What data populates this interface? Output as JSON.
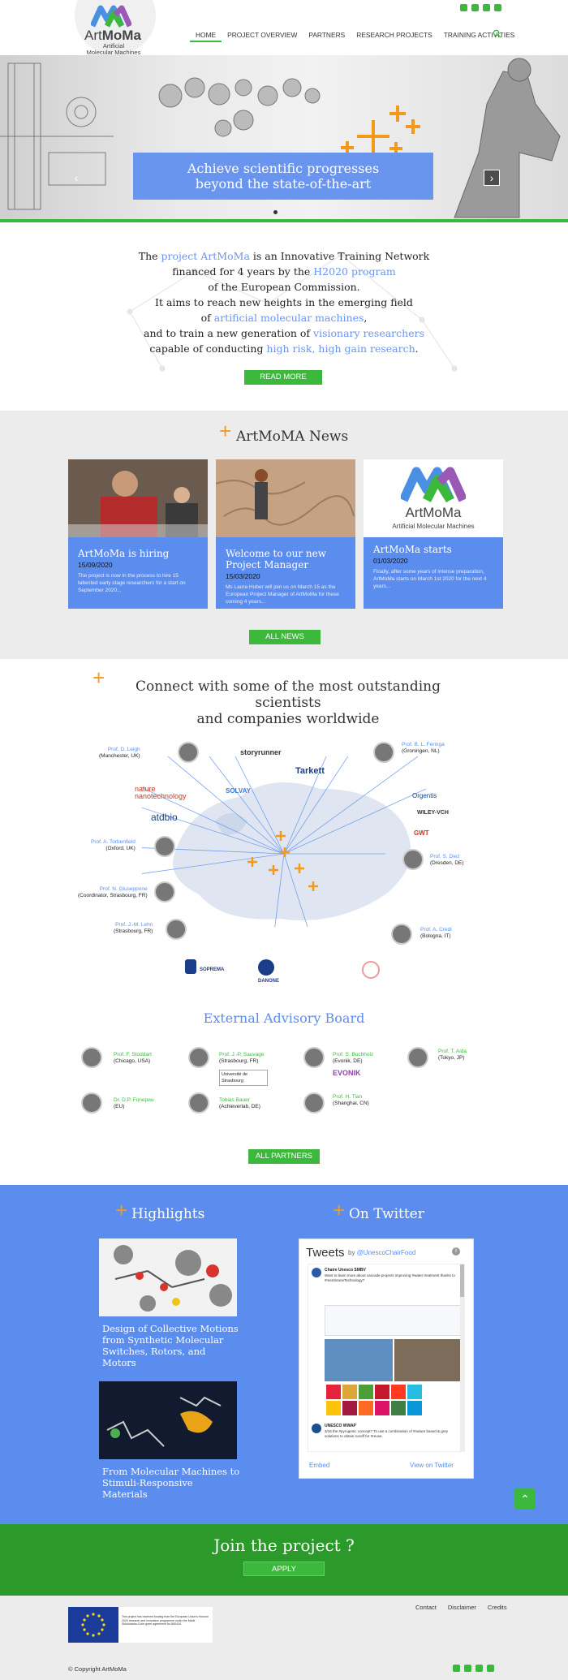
{
  "header": {
    "logo_name_a": "Art",
    "logo_name_b": "MoMa",
    "logo_sub": "Artificial\nMolecular Machines",
    "social_icons": [
      "mail-icon",
      "facebook-icon",
      "linkedin-icon",
      "twitter-icon"
    ],
    "nav": [
      "HOME",
      "PROJECT OVERVIEW",
      "PARTNERS",
      "RESEARCH PROJECTS",
      "TRAINING ACTIVITIES"
    ],
    "active_nav": "HOME"
  },
  "hero": {
    "caption_line1": "Achieve scientific progresses",
    "caption_line2": "beyond the state-of-the-art"
  },
  "intro": {
    "l1a": "The ",
    "l1b": "project ArtMoMa",
    "l1c": " is an Innovative Training Network",
    "l2a": "financed for 4 years by the ",
    "l2b": "H2020 program",
    "l3": "of the European Commission.",
    "l4": "It aims to reach new heights in the emerging field",
    "l5a": "of ",
    "l5b": "artificial molecular machines",
    "l5c": ",",
    "l6a": "and to train a new generation of ",
    "l6b": "visionary researchers",
    "l7a": "capable of conducting ",
    "l7b": "high risk, high gain research",
    "l7c": ".",
    "button": "READ MORE"
  },
  "news": {
    "title": "ArtMoMA News",
    "items": [
      {
        "title": "ArtMoMa is hiring",
        "date": "15/09/2020",
        "excerpt": "The project is now in the process to hire 15 tallented early stage researchers for a start on September 2020..."
      },
      {
        "title": "Welcome to our new Project Manager",
        "date": "15/03/2020",
        "excerpt": "Ms Laura Huber will join us on March 15 as the European Project Manager of ArtMoMa for these coming 4 years..."
      },
      {
        "title": "ArtMoMa starts",
        "date": "01/03/2020",
        "excerpt": "Finally, after some years of intense preparation, ArtMoMa starts on March 1st 2020 for the next 4 years..."
      }
    ],
    "logo_name": "ArtMoMa",
    "logo_sub": "Artificial Molecular Machines",
    "button": "ALL NEWS"
  },
  "partners": {
    "title_line1": "Connect with some of the most outstanding scientists",
    "title_line2": "and companies worldwide",
    "scientists": [
      {
        "name": "Prof. D. Leigh",
        "place": "(Manchester, UK)"
      },
      {
        "name": "Prof. B. L. Feringa",
        "place": "(Groningen, NL)"
      },
      {
        "name": "Prof. A. Torbenfield",
        "place": "(Oxford, UK)"
      },
      {
        "name": "Prof. S. Diez",
        "place": "(Dresden, DE)"
      },
      {
        "name": "Prof. N. Giuseppone",
        "place": "(Coordinator, Strasbourg, FR)"
      },
      {
        "name": "Prof. J.-M. Lehn",
        "place": "(Strasbourg, FR)"
      },
      {
        "name": "Prof. A. Credi",
        "place": "(Bologna, IT)"
      }
    ],
    "companies": [
      "storyrunner",
      "Tarkett",
      "nature nanotechnology",
      "SOLVAY",
      "atdbio",
      "Orgentis",
      "WILEY-VCH",
      "GWT",
      "SOPREMA",
      "DANONE"
    ],
    "eab_title": "External Advisory Board",
    "eab": [
      {
        "name": "Prof. F. Stoddart",
        "place": "(Chicago, USA)"
      },
      {
        "name": "Prof. J.-P. Sauvage",
        "place": "(Strasbourg, FR)"
      },
      {
        "name": "Prof. S. Buchholz",
        "place": "(Evonik, DE)"
      },
      {
        "name": "Prof. T. Aida",
        "place": "(Tokyo, JP)"
      },
      {
        "name": "Dr. D.P. Fonериu",
        "place": "(EU)"
      },
      {
        "name": "Tobias Bauer",
        "place": "(Achieverlab, DE)"
      },
      {
        "name": "Prof. H. Tian",
        "place": "(Shanghai, CN)"
      }
    ],
    "evonik": "EVONIK",
    "strasbourg": "Université de Strasbourg",
    "button": "ALL PARTNERS"
  },
  "highlights": {
    "title": "Highlights",
    "items": [
      {
        "caption": "Design of Collective Motions from Synthetic Molecular Switches, Rotors, and Motors"
      },
      {
        "caption": "From Molecular Machines to Stimuli-Responsive Materials"
      }
    ]
  },
  "twitter": {
    "title": "On Twitter",
    "head": "Tweets",
    "by": "by ",
    "handle": "@UnescoChairFood",
    "embed": "Embed",
    "view": "View on Twitter",
    "tweet1_author": "Chaire Unesco SMBV",
    "tweet1_text": "Want to learn more about cascade projects improving #water treatment thanks to #membraneTechnology?",
    "tweet2_author": "UNESCO WWAP",
    "tweet2_text": "3/16 the #pyrogenic concept? To use a combination of #nature based & grey solutions to obtain runoff for #reuse."
  },
  "join": {
    "title": "Join the project ?",
    "button": "APPLY"
  },
  "footer": {
    "eu_text": "This project has received funding from the European Union's Horizon 2020 research and innovation programme under the Marie Sklodowska-Curie grant agreement No 860434.",
    "links": [
      "Contact",
      "Disclaimer",
      "Credits"
    ],
    "copyright": "© Copyright  ArtMoMa"
  },
  "colors": {
    "green": "#3cb93c",
    "blue": "#5b8def",
    "orange": "#f39a1a",
    "dark_green": "#2b9a2b"
  }
}
